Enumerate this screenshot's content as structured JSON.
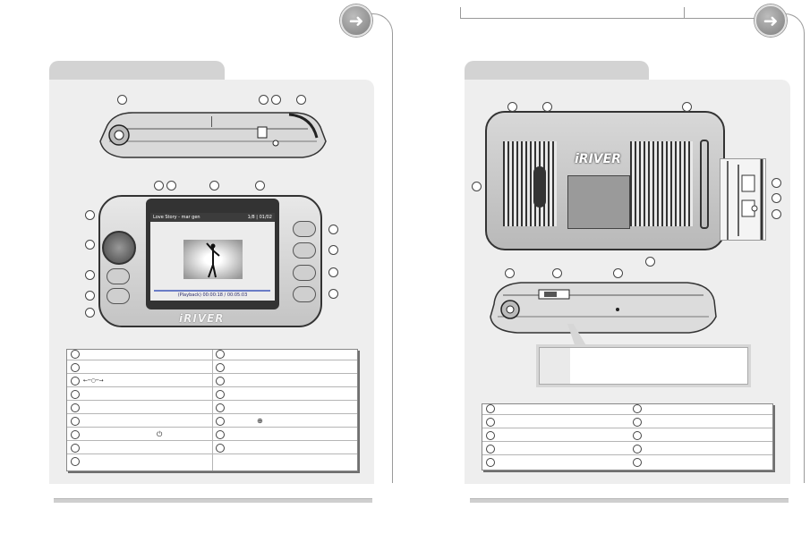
{
  "left_page": {
    "front_screen": {
      "status_title": "Love Story - mar gen",
      "status_counter": "1/8 | 01/02",
      "subtitle_line": "(Playback) 00:00:18 / 00:05:03",
      "brand": "iRIVER"
    },
    "legend": {
      "rows": 9,
      "glyph_hold": "←─○─→",
      "glyph_power": "⏻",
      "glyph_select": "⊕"
    }
  },
  "right_page": {
    "back_device": {
      "brand": "iRIVER"
    },
    "legend": {
      "rows": 5
    }
  },
  "colors": {
    "tab": "#d3d3d3",
    "panel": "#eeeeee",
    "arrow_button": "#8a8a8a"
  },
  "icons": [
    "arrow-right-icon",
    "arrow-right-icon"
  ]
}
